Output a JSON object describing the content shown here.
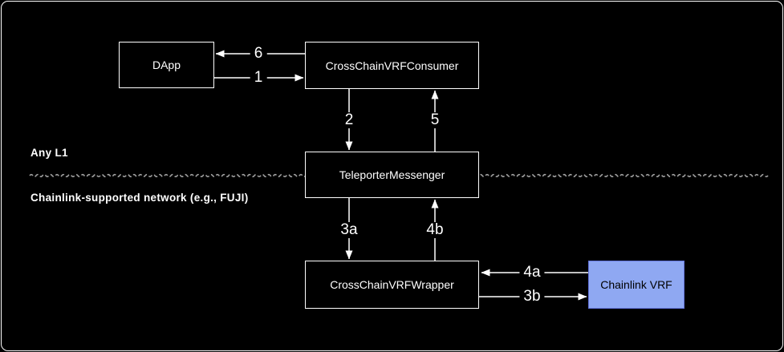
{
  "page": {
    "background": "#000000",
    "frame_border": "#fdfdfd"
  },
  "regions": {
    "top": {
      "label": "Any L1"
    },
    "bottom": {
      "label": "Chainlink-supported network (e.g., FUJI)"
    }
  },
  "boundary": {
    "style": "dashed-wavy",
    "color": "#9e9e9e"
  },
  "nodes": [
    {
      "id": "dapp",
      "label": "DApp",
      "fill": "#000000",
      "border": "#ffffff",
      "text": "#ffffff"
    },
    {
      "id": "consumer",
      "label": "CrossChainVRFConsumer",
      "fill": "#000000",
      "border": "#ffffff",
      "text": "#ffffff"
    },
    {
      "id": "teleporter",
      "label": "TeleporterMessenger",
      "fill": "#000000",
      "border": "#ffffff",
      "text": "#ffffff"
    },
    {
      "id": "wrapper",
      "label": "CrossChainVRFWrapper",
      "fill": "#000000",
      "border": "#ffffff",
      "text": "#ffffff"
    },
    {
      "id": "chainlink",
      "label": "Chainlink VRF",
      "fill": "#8fa8f2",
      "border": "#6273db",
      "text": "#000000"
    }
  ],
  "edges": [
    {
      "label": "6",
      "from": "CrossChainVRFConsumer",
      "to": "DApp",
      "direction": "left"
    },
    {
      "label": "1",
      "from": "DApp",
      "to": "CrossChainVRFConsumer",
      "direction": "right"
    },
    {
      "label": "2",
      "from": "CrossChainVRFConsumer",
      "to": "TeleporterMessenger",
      "direction": "down"
    },
    {
      "label": "5",
      "from": "TeleporterMessenger",
      "to": "CrossChainVRFConsumer",
      "direction": "up"
    },
    {
      "label": "3a",
      "from": "TeleporterMessenger",
      "to": "CrossChainVRFWrapper",
      "direction": "down"
    },
    {
      "label": "4b",
      "from": "CrossChainVRFWrapper",
      "to": "TeleporterMessenger",
      "direction": "up"
    },
    {
      "label": "4a",
      "from": "Chainlink VRF",
      "to": "CrossChainVRFWrapper",
      "direction": "left"
    },
    {
      "label": "3b",
      "from": "CrossChainVRFWrapper",
      "to": "Chainlink VRF",
      "direction": "right"
    }
  ]
}
